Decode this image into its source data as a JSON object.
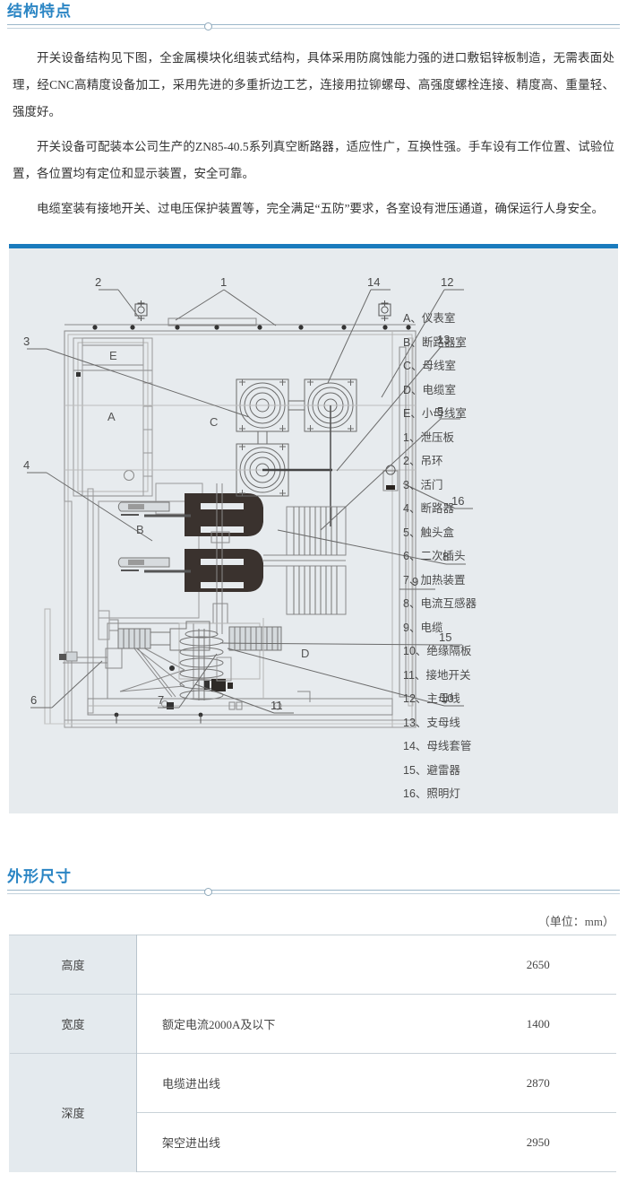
{
  "sections": {
    "structure": {
      "title": "结构特点"
    },
    "dimensions": {
      "title": "外形尺寸"
    }
  },
  "paragraphs": [
    "开关设备结构见下图，全金属模块化组装式结构，具体采用防腐蚀能力强的进口敷铝锌板制造，无需表面处理，经CNC高精度设备加工，采用先进的多重折边工艺，连接用拉铆螺母、高强度螺栓连接、精度高、重量轻、强度好。",
    "开关设备可配装本公司生产的ZN85-40.5系列真空断路器，适应性广，互换性强。手车设有工作位置、试验位置，各位置均有定位和显示装置，安全可靠。",
    "电缆室装有接地开关、过电压保护装置等，完全满足“五防”要求，各室设有泄压通道，确保运行人身安全。"
  ],
  "diagram": {
    "compartment_labels": [
      "A",
      "B",
      "C",
      "D",
      "E"
    ],
    "callouts": [
      "1",
      "2",
      "3",
      "4",
      "5",
      "6",
      "7",
      "8",
      "9",
      "10",
      "11",
      "12",
      "13",
      "14",
      "15",
      "16"
    ],
    "legend": [
      "A、仪表室",
      "B、断路器室",
      "C、母线室",
      "D、电缆室",
      "E、小母线室",
      "1、泄压板",
      "2、吊环",
      "3、活门",
      "4、断路器",
      "5、触头盒",
      "6、二次插头",
      "7、加热装置",
      "8、电流互感器",
      "9、电缆",
      "10、绝缘隔板",
      "11、接地开关",
      "12、主母线",
      "13、支母线",
      "14、母线套管",
      "15、避雷器",
      "16、照明灯"
    ]
  },
  "table": {
    "unit_note": "（单位：mm）",
    "rows": [
      {
        "head": "高度",
        "desc": "",
        "value": "2650",
        "head_rowspan": 1
      },
      {
        "head": "宽度",
        "desc": "额定电流2000A及以下",
        "value": "1400",
        "head_rowspan": 1
      },
      {
        "head": "深度",
        "desc": "电缆进出线",
        "value": "2870",
        "head_rowspan": 2
      },
      {
        "head": "",
        "desc": "架空进出线",
        "value": "2950",
        "head_rowspan": 0
      }
    ]
  },
  "colors": {
    "accent": "#2a85c4",
    "panel_top_border": "#1a7bbd",
    "panel_bg": "#e7ebee",
    "table_head_bg": "#e4eaee"
  }
}
